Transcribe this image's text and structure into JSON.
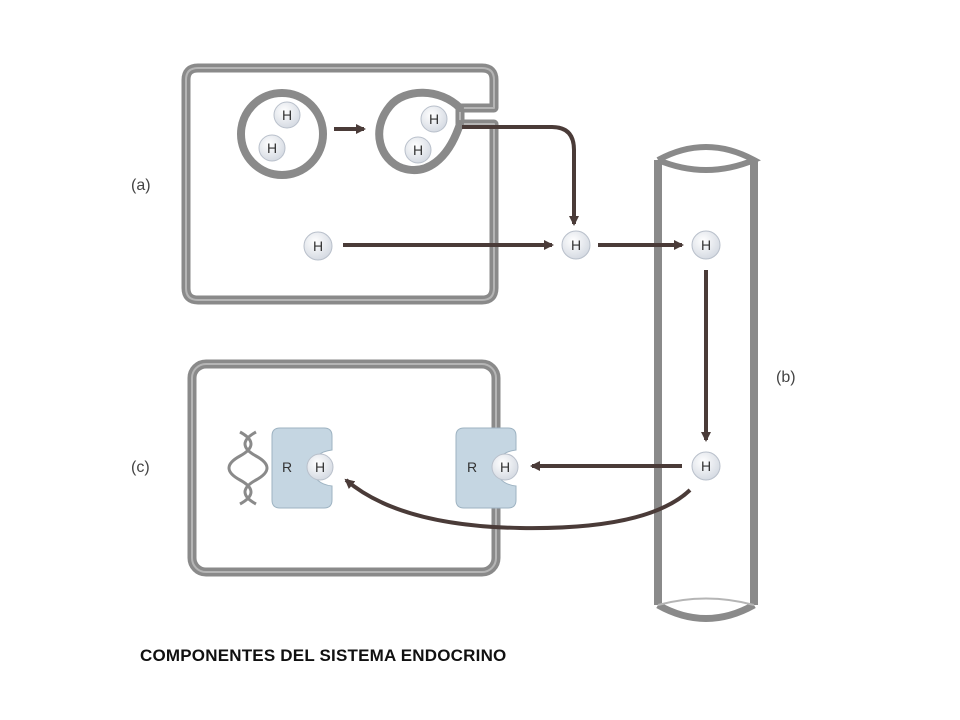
{
  "diagram": {
    "labels": {
      "a": "(a)",
      "b": "(b)",
      "c": "(c)"
    },
    "hormone": "H",
    "receptor": "R",
    "caption": "COMPONENTES DEL SISTEMA ENDOCRINO"
  },
  "colors": {
    "membrane": "#8a8a8a",
    "membrane_inner": "#b5b5b5",
    "arrow": "#4a3b38",
    "hormone_fill": "#e8ecf2",
    "receptor_fill": "#c5d6e2"
  }
}
